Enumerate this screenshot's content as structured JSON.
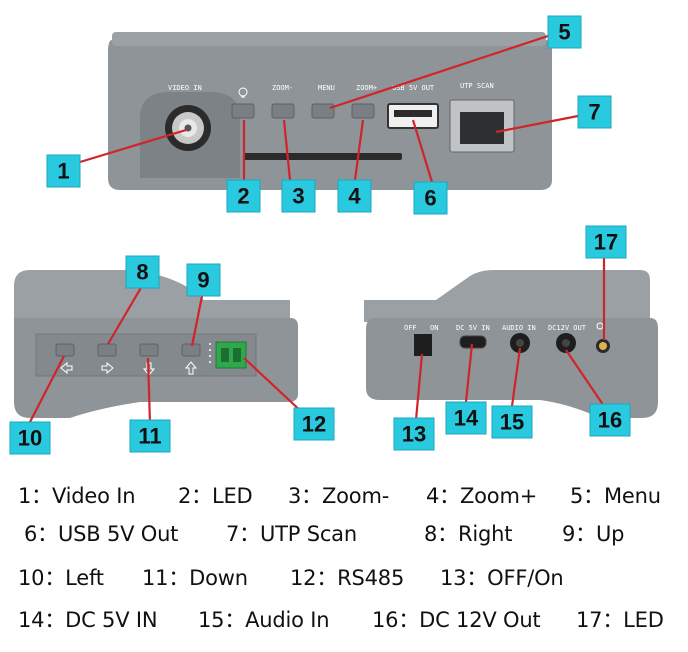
{
  "colors": {
    "device_body": "#8f9498",
    "device_dark": "#6f7478",
    "badge": "#29c9df",
    "callout_line": "#d0242a"
  },
  "port_labels": {
    "video_in": "VIDEO IN",
    "zoom_minus": "ZOOM-",
    "menu": "MENU",
    "zoom_plus": "ZOOM+",
    "usb_5v_out": "USB 5V OUT",
    "utp_scan": "UTP SCAN",
    "off": "OFF",
    "on": "ON",
    "dc_5v_in": "DC 5V IN",
    "audio_in": "AUDIO IN",
    "dc_12v_out": "DC12V OUT"
  },
  "badges": [
    "1",
    "2",
    "3",
    "4",
    "5",
    "6",
    "7",
    "8",
    "9",
    "10",
    "11",
    "12",
    "13",
    "14",
    "15",
    "16",
    "17"
  ],
  "legend": [
    "1：Video In",
    "2：LED",
    "3：Zoom-",
    "4：Zoom+",
    "5：Menu",
    "6：USB 5V Out",
    "7：UTP Scan",
    "8：Right",
    "9：Up",
    "10：Left",
    "11：Down",
    "12：RS485",
    "13：OFF/On",
    "14：DC 5V IN",
    "15：Audio In",
    "16：DC 12V Out",
    "17：LED"
  ]
}
